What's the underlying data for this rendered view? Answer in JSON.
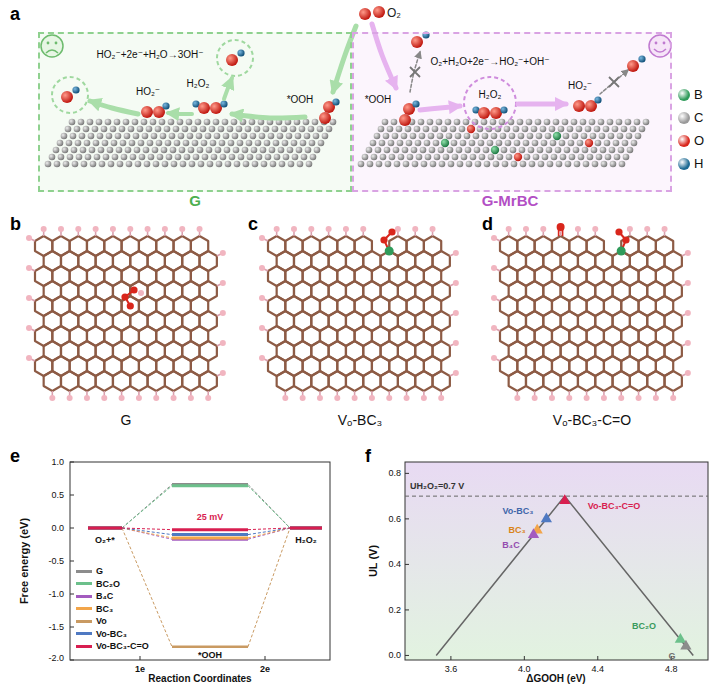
{
  "diagram": {
    "nodes": [
      {
        "text": [
          "HO₂⁻+2e⁻+H₂O→3OH⁻",
          "HO₂⁻",
          "H₂O₂",
          "*OOH",
          "G"
        ]
      },
      {
        "text": [
          "*OOH",
          "O₂+H₂O+2e⁻→HO₂⁻+OH⁻",
          "H₂O₂",
          "HO₂⁻",
          "G-MrBC"
        ]
      }
    ],
    "labels": [
      "a",
      "O₂",
      "b",
      "c",
      "d",
      "G",
      "Vₒ-BC₃",
      "Vₒ-BC₃-C=O",
      "e",
      "Free energy (eV)",
      "1.0",
      "0.5",
      "0.0",
      "-0.5",
      "-1.0",
      "-1.5",
      "-2.0",
      "O₂+*",
      "25 mV",
      "H₂O₂",
      "*OOH",
      "1e",
      "2e",
      "Reaction Coordinates",
      "f",
      "UH₂O₂=0.7 V",
      "UL (V)",
      "0.8",
      "0.6",
      "0.4",
      "0.2",
      "0.0",
      "Vo-BC₃",
      "BC₃",
      "B₄C",
      "Vo-BC₃-C=O",
      "BC₂O",
      "G",
      "3.6",
      "4.0",
      "4.4",
      "4.8",
      "ΔGOOH (eV)"
    ],
    "legend": [
      {
        "text": "B",
        "color": "#2f9b5a"
      },
      {
        "text": "C",
        "color": "#9a9a9a"
      },
      {
        "text": "O",
        "color": "#d9261c"
      },
      {
        "text": "H",
        "color": "#1d6a93"
      },
      {
        "text": "G"
      },
      {
        "text": "BC₂O"
      },
      {
        "text": "B₄C"
      },
      {
        "text": "BC₃"
      },
      {
        "text": "Vo"
      },
      {
        "text": "Vo-BC₃"
      },
      {
        "text": "Vo-BC₃-C=O"
      }
    ]
  }
}
